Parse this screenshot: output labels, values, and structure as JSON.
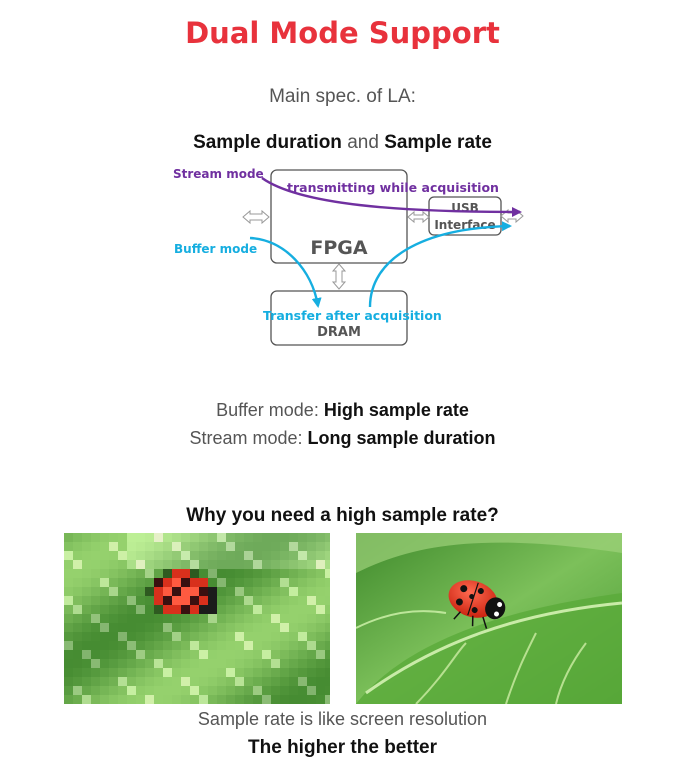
{
  "page": {
    "title": "Dual Mode Support",
    "subtitle": "Main spec. of LA:",
    "heading": {
      "part1": "Sample duration",
      "connector": "and",
      "part2": "Sample rate"
    }
  },
  "diagram": {
    "stream_mode_label": "Stream mode",
    "stream_mode_desc": "transmitting while acquisition",
    "buffer_mode_label": "Buffer mode",
    "buffer_mode_desc": "Transfer after acquisition",
    "fpga_label": "FPGA",
    "usb_label_line1": "USB",
    "usb_label_line2": "Interface",
    "dram_label": "DRAM",
    "colors": {
      "stream": "#7030a0",
      "buffer": "#16aee0",
      "box_stroke": "#555555"
    }
  },
  "modes": {
    "buffer_prefix": "Buffer mode:",
    "buffer_value": "High sample rate",
    "stream_prefix": "Stream mode:",
    "stream_value": "Long sample duration"
  },
  "resolution": {
    "question": "Why you need a high sample rate?",
    "image_left": "ladybug-on-leaf-low-resolution",
    "image_right": "ladybug-on-leaf-high-resolution",
    "caption": "Sample rate is like screen resolution",
    "conclusion": "The higher the better"
  }
}
